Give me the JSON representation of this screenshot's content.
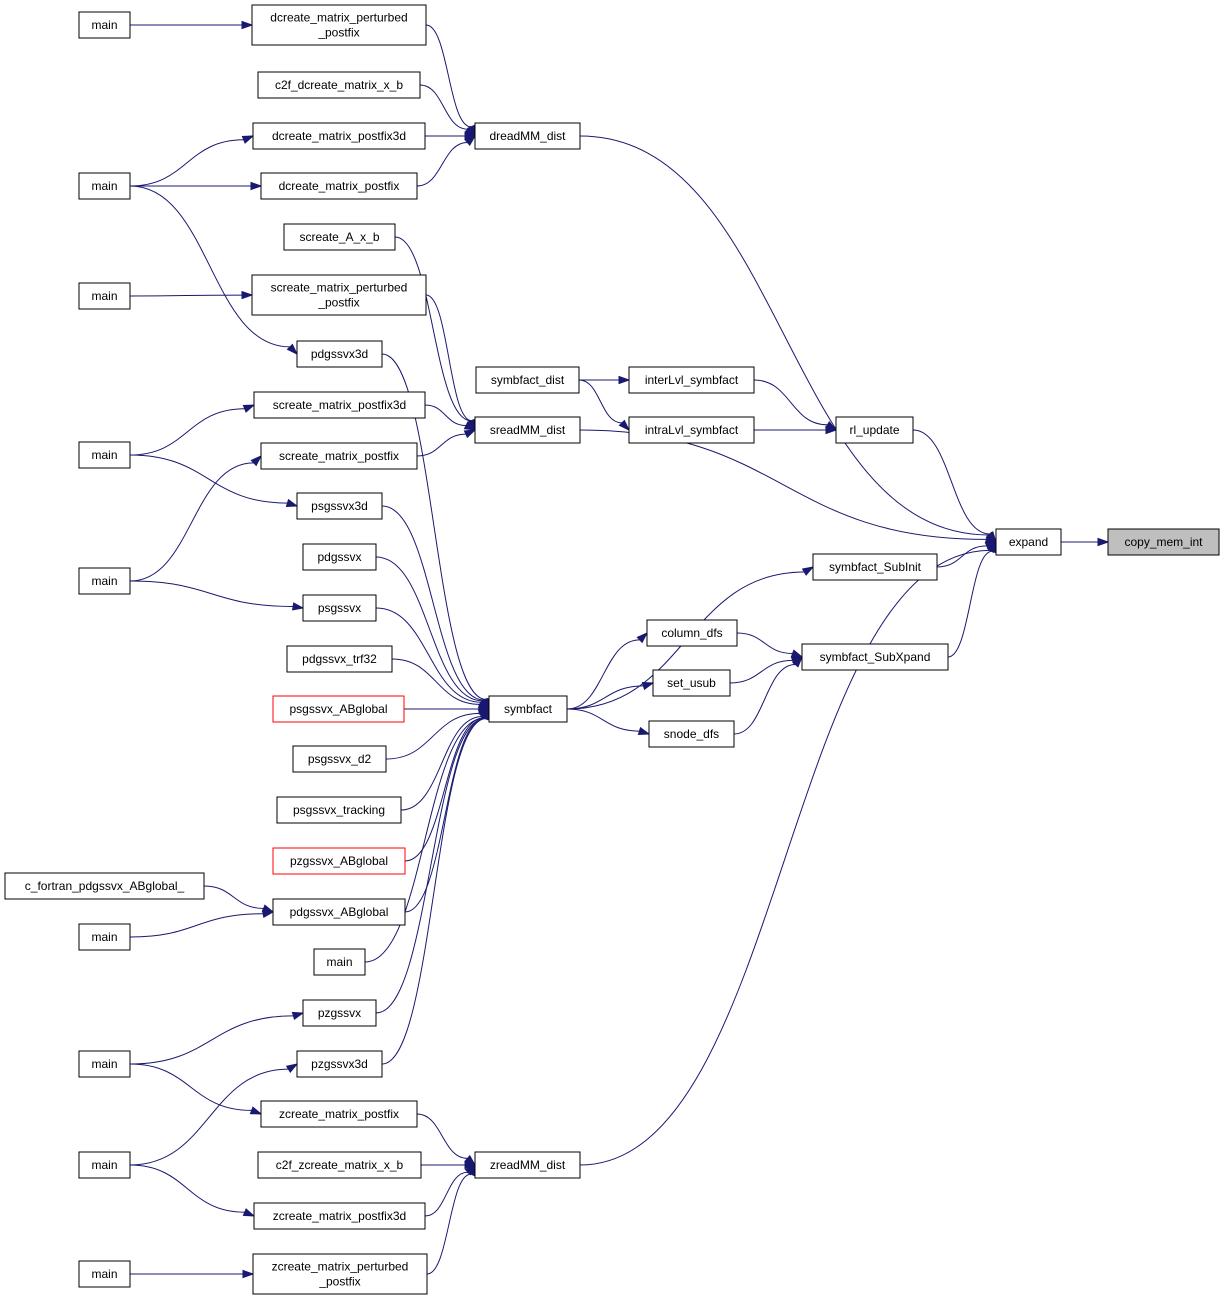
{
  "graph": {
    "colors": {
      "edge": "#191970",
      "node_border": "#000000",
      "node_border_incomplete": "#ff0000",
      "target_fill": "#bfbfbf"
    },
    "nodes": [
      {
        "id": "copy_mem_int",
        "lines": [
          "copy_mem_int"
        ],
        "target": true
      },
      {
        "id": "expand",
        "lines": [
          "expand"
        ]
      },
      {
        "id": "dreadMM_dist",
        "lines": [
          "dreadMM_dist"
        ]
      },
      {
        "id": "sreadMM_dist",
        "lines": [
          "sreadMM_dist"
        ]
      },
      {
        "id": "zreadMM_dist",
        "lines": [
          "zreadMM_dist"
        ]
      },
      {
        "id": "rl_update",
        "lines": [
          "rl_update"
        ]
      },
      {
        "id": "symbfact_SubInit",
        "lines": [
          "symbfact_SubInit"
        ]
      },
      {
        "id": "symbfact_SubXpand",
        "lines": [
          "symbfact_SubXpand"
        ]
      },
      {
        "id": "interLvl_symbfact",
        "lines": [
          "interLvl_symbfact"
        ]
      },
      {
        "id": "intraLvl_symbfact",
        "lines": [
          "intraLvl_symbfact"
        ]
      },
      {
        "id": "symbfact_dist",
        "lines": [
          "symbfact_dist"
        ]
      },
      {
        "id": "column_dfs",
        "lines": [
          "column_dfs"
        ]
      },
      {
        "id": "set_usub",
        "lines": [
          "set_usub"
        ]
      },
      {
        "id": "snode_dfs",
        "lines": [
          "snode_dfs"
        ]
      },
      {
        "id": "symbfact",
        "lines": [
          "symbfact"
        ]
      },
      {
        "id": "dcreate_matrix_perturbed_postfix",
        "lines": [
          "dcreate_matrix_perturbed",
          "_postfix"
        ]
      },
      {
        "id": "c2f_dcreate_matrix_x_b",
        "lines": [
          "c2f_dcreate_matrix_x_b"
        ]
      },
      {
        "id": "dcreate_matrix_postfix3d",
        "lines": [
          "dcreate_matrix_postfix3d"
        ]
      },
      {
        "id": "dcreate_matrix_postfix",
        "lines": [
          "dcreate_matrix_postfix"
        ]
      },
      {
        "id": "screate_A_x_b",
        "lines": [
          "screate_A_x_b"
        ]
      },
      {
        "id": "screate_matrix_perturbed_postfix",
        "lines": [
          "screate_matrix_perturbed",
          "_postfix"
        ]
      },
      {
        "id": "pdgssvx3d",
        "lines": [
          "pdgssvx3d"
        ]
      },
      {
        "id": "screate_matrix_postfix3d",
        "lines": [
          "screate_matrix_postfix3d"
        ]
      },
      {
        "id": "screate_matrix_postfix",
        "lines": [
          "screate_matrix_postfix"
        ]
      },
      {
        "id": "psgssvx3d",
        "lines": [
          "psgssvx3d"
        ]
      },
      {
        "id": "pdgssvx",
        "lines": [
          "pdgssvx"
        ]
      },
      {
        "id": "psgssvx",
        "lines": [
          "psgssvx"
        ]
      },
      {
        "id": "pdgssvx_trf32",
        "lines": [
          "pdgssvx_trf32"
        ]
      },
      {
        "id": "psgssvx_ABglobal",
        "lines": [
          "psgssvx_ABglobal"
        ],
        "incomplete": true
      },
      {
        "id": "psgssvx_d2",
        "lines": [
          "psgssvx_d2"
        ]
      },
      {
        "id": "psgssvx_tracking",
        "lines": [
          "psgssvx_tracking"
        ]
      },
      {
        "id": "pzgssvx_ABglobal",
        "lines": [
          "pzgssvx_ABglobal"
        ],
        "incomplete": true
      },
      {
        "id": "pdgssvx_ABglobal",
        "lines": [
          "pdgssvx_ABglobal"
        ]
      },
      {
        "id": "main_mid",
        "lines": [
          "main"
        ]
      },
      {
        "id": "pzgssvx",
        "lines": [
          "pzgssvx"
        ]
      },
      {
        "id": "pzgssvx3d",
        "lines": [
          "pzgssvx3d"
        ]
      },
      {
        "id": "zcreate_matrix_postfix",
        "lines": [
          "zcreate_matrix_postfix"
        ]
      },
      {
        "id": "c2f_zcreate_matrix_x_b",
        "lines": [
          "c2f_zcreate_matrix_x_b"
        ]
      },
      {
        "id": "zcreate_matrix_postfix3d",
        "lines": [
          "zcreate_matrix_postfix3d"
        ]
      },
      {
        "id": "zcreate_matrix_perturbed_postfix",
        "lines": [
          "zcreate_matrix_perturbed",
          "_postfix"
        ]
      },
      {
        "id": "c_fortran_pdgssvx_ABglobal_",
        "lines": [
          "c_fortran_pdgssvx_ABglobal_"
        ]
      },
      {
        "id": "main_1",
        "lines": [
          "main"
        ]
      },
      {
        "id": "main_2",
        "lines": [
          "main"
        ]
      },
      {
        "id": "main_3",
        "lines": [
          "main"
        ]
      },
      {
        "id": "main_4",
        "lines": [
          "main"
        ]
      },
      {
        "id": "main_5",
        "lines": [
          "main"
        ]
      },
      {
        "id": "main_6",
        "lines": [
          "main"
        ]
      },
      {
        "id": "main_7",
        "lines": [
          "main"
        ]
      },
      {
        "id": "main_8",
        "lines": [
          "main"
        ]
      },
      {
        "id": "main_9",
        "lines": [
          "main"
        ]
      },
      {
        "id": "main_10",
        "lines": [
          "main"
        ]
      }
    ],
    "edges": [
      [
        "expand",
        "copy_mem_int"
      ],
      [
        "dreadMM_dist",
        "expand"
      ],
      [
        "sreadMM_dist",
        "expand"
      ],
      [
        "zreadMM_dist",
        "expand"
      ],
      [
        "rl_update",
        "expand"
      ],
      [
        "symbfact_SubInit",
        "expand"
      ],
      [
        "symbfact_SubXpand",
        "expand"
      ],
      [
        "interLvl_symbfact",
        "rl_update"
      ],
      [
        "intraLvl_symbfact",
        "rl_update"
      ],
      [
        "symbfact_dist",
        "interLvl_symbfact"
      ],
      [
        "symbfact_dist",
        "intraLvl_symbfact"
      ],
      [
        "column_dfs",
        "symbfact_SubXpand"
      ],
      [
        "set_usub",
        "symbfact_SubXpand"
      ],
      [
        "snode_dfs",
        "symbfact_SubXpand"
      ],
      [
        "symbfact",
        "symbfact_SubInit"
      ],
      [
        "symbfact",
        "column_dfs"
      ],
      [
        "symbfact",
        "set_usub"
      ],
      [
        "symbfact",
        "snode_dfs"
      ],
      [
        "dcreate_matrix_perturbed_postfix",
        "dreadMM_dist"
      ],
      [
        "c2f_dcreate_matrix_x_b",
        "dreadMM_dist"
      ],
      [
        "dcreate_matrix_postfix3d",
        "dreadMM_dist"
      ],
      [
        "dcreate_matrix_postfix",
        "dreadMM_dist"
      ],
      [
        "screate_A_x_b",
        "sreadMM_dist"
      ],
      [
        "screate_matrix_perturbed_postfix",
        "sreadMM_dist"
      ],
      [
        "screate_matrix_postfix3d",
        "sreadMM_dist"
      ],
      [
        "screate_matrix_postfix",
        "sreadMM_dist"
      ],
      [
        "zcreate_matrix_postfix",
        "zreadMM_dist"
      ],
      [
        "c2f_zcreate_matrix_x_b",
        "zreadMM_dist"
      ],
      [
        "zcreate_matrix_postfix3d",
        "zreadMM_dist"
      ],
      [
        "zcreate_matrix_perturbed_postfix",
        "zreadMM_dist"
      ],
      [
        "pdgssvx3d",
        "symbfact"
      ],
      [
        "psgssvx3d",
        "symbfact"
      ],
      [
        "pdgssvx",
        "symbfact"
      ],
      [
        "psgssvx",
        "symbfact"
      ],
      [
        "pdgssvx_trf32",
        "symbfact"
      ],
      [
        "psgssvx_ABglobal",
        "symbfact"
      ],
      [
        "psgssvx_d2",
        "symbfact"
      ],
      [
        "psgssvx_tracking",
        "symbfact"
      ],
      [
        "pzgssvx_ABglobal",
        "symbfact"
      ],
      [
        "pdgssvx_ABglobal",
        "symbfact"
      ],
      [
        "main_mid",
        "symbfact"
      ],
      [
        "pzgssvx",
        "symbfact"
      ],
      [
        "pzgssvx3d",
        "symbfact"
      ],
      [
        "main_1",
        "dcreate_matrix_perturbed_postfix"
      ],
      [
        "main_2",
        "dcreate_matrix_postfix3d"
      ],
      [
        "main_2",
        "dcreate_matrix_postfix"
      ],
      [
        "main_2",
        "pdgssvx3d"
      ],
      [
        "main_3",
        "screate_matrix_perturbed_postfix"
      ],
      [
        "main_4",
        "screate_matrix_postfix3d"
      ],
      [
        "main_4",
        "psgssvx3d"
      ],
      [
        "main_5",
        "screate_matrix_postfix"
      ],
      [
        "main_5",
        "psgssvx"
      ],
      [
        "c_fortran_pdgssvx_ABglobal_",
        "pdgssvx_ABglobal"
      ],
      [
        "main_6",
        "pdgssvx_ABglobal"
      ],
      [
        "main_7",
        "pzgssvx"
      ],
      [
        "main_7",
        "zcreate_matrix_postfix"
      ],
      [
        "main_8",
        "pzgssvx3d"
      ],
      [
        "main_8",
        "zcreate_matrix_postfix3d"
      ],
      [
        "main_9",
        "zcreate_matrix_perturbed_postfix"
      ]
    ]
  }
}
